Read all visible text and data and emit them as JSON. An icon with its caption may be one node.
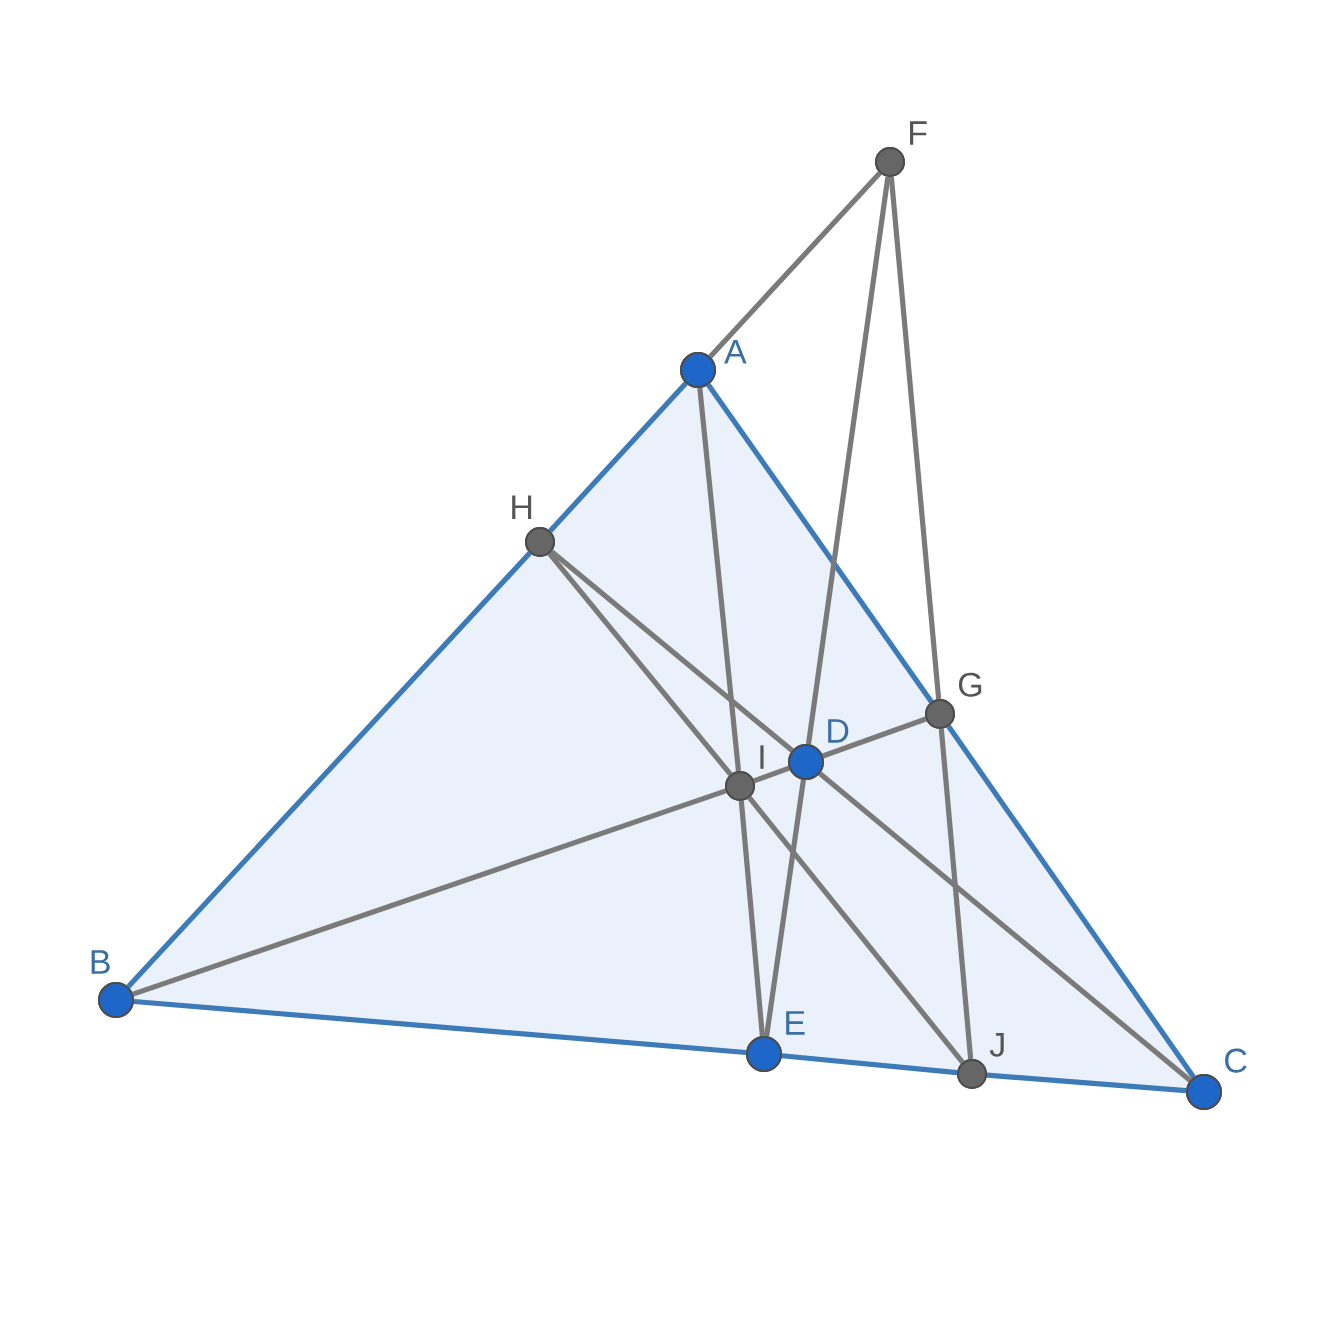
{
  "diagram": {
    "nodes": [
      {
        "text": [
          "A"
        ]
      },
      {
        "text": [
          "B"
        ]
      },
      {
        "text": [
          "C"
        ]
      },
      {
        "text": [
          "D"
        ]
      },
      {
        "text": [
          "E"
        ]
      },
      {
        "text": [
          "F"
        ]
      },
      {
        "text": [
          "G"
        ]
      },
      {
        "text": [
          "H"
        ]
      },
      {
        "text": [
          "I"
        ]
      },
      {
        "text": [
          "J"
        ]
      }
    ],
    "edges": [
      {
        "from": 0,
        "to": 7,
        "arrow": "none",
        "color": "#3d7ab8"
      },
      {
        "from": 7,
        "to": 1,
        "arrow": "none",
        "color": "#3d7ab8"
      },
      {
        "from": 1,
        "to": 4,
        "arrow": "none",
        "color": "#3d7ab8"
      },
      {
        "from": 4,
        "to": 9,
        "arrow": "none",
        "color": "#3d7ab8"
      },
      {
        "from": 9,
        "to": 2,
        "arrow": "none",
        "color": "#3d7ab8"
      },
      {
        "from": 2,
        "to": 6,
        "arrow": "none",
        "color": "#3d7ab8"
      },
      {
        "from": 6,
        "to": 0,
        "arrow": "none",
        "color": "#3d7ab8"
      },
      {
        "from": 5,
        "to": 0,
        "arrow": "none"
      },
      {
        "from": 5,
        "to": 3,
        "arrow": "none"
      },
      {
        "from": 3,
        "to": 4,
        "arrow": "none"
      },
      {
        "from": 5,
        "to": 6,
        "arrow": "none"
      },
      {
        "from": 6,
        "to": 9,
        "arrow": "none"
      },
      {
        "from": 0,
        "to": 8,
        "arrow": "none"
      },
      {
        "from": 8,
        "to": 4,
        "arrow": "none"
      },
      {
        "from": 7,
        "to": 3,
        "arrow": "none"
      },
      {
        "from": 3,
        "to": 2,
        "arrow": "none"
      },
      {
        "from": 7,
        "to": 8,
        "arrow": "none"
      },
      {
        "from": 8,
        "to": 9,
        "arrow": "none"
      },
      {
        "from": 1,
        "to": 8,
        "arrow": "none"
      },
      {
        "from": 8,
        "to": 3,
        "arrow": "none"
      },
      {
        "from": 3,
        "to": 6,
        "arrow": "none"
      }
    ]
  }
}
